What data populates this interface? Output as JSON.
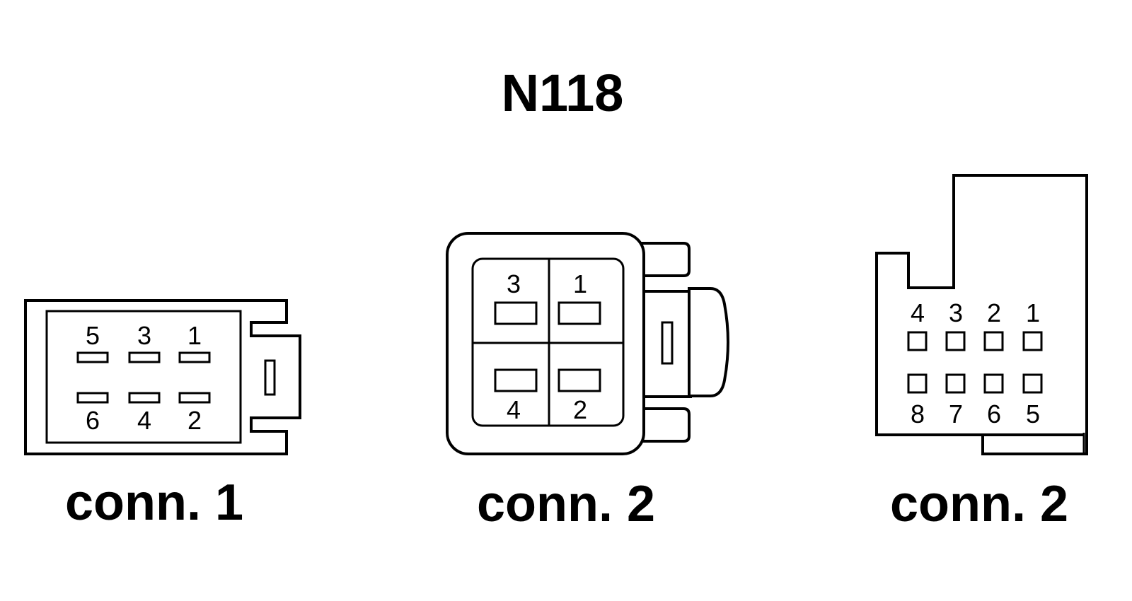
{
  "title": "N118",
  "connectors": [
    {
      "label": "conn. 1",
      "pins_top": [
        "5",
        "3",
        "1"
      ],
      "pins_bottom": [
        "6",
        "4",
        "2"
      ]
    },
    {
      "label": "conn. 2",
      "pins_top": [
        "3",
        "1"
      ],
      "pins_bottom": [
        "4",
        "2"
      ]
    },
    {
      "label": "conn. 2",
      "pins_top": [
        "4",
        "3",
        "2",
        "1"
      ],
      "pins_bottom": [
        "8",
        "7",
        "6",
        "5"
      ]
    }
  ]
}
